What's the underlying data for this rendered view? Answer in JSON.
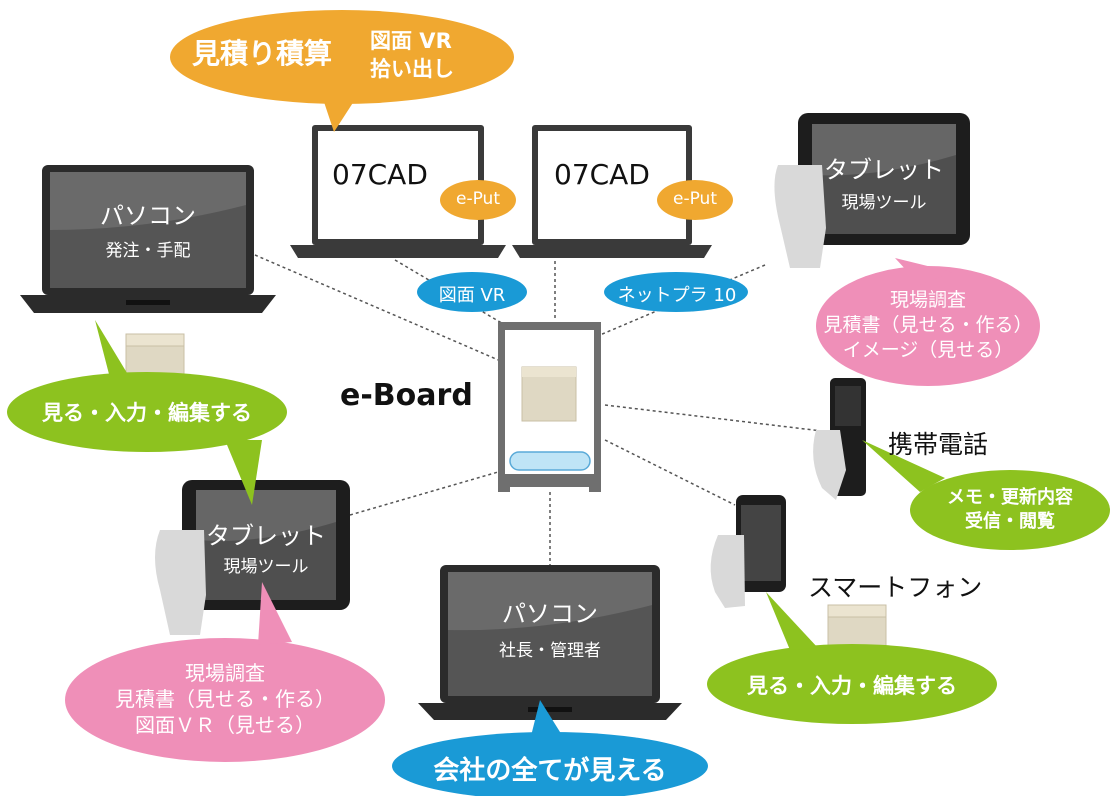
{
  "hub": {
    "label": "e-Board"
  },
  "pc_left": {
    "title": "パソコン",
    "subtitle": "発注・手配"
  },
  "pc_bottom": {
    "title": "パソコン",
    "subtitle": "社長・管理者"
  },
  "cad_left": {
    "screen": "07CAD",
    "badge": "e-Put"
  },
  "cad_right": {
    "screen": "07CAD",
    "badge": "e-Put"
  },
  "tablet_top": {
    "title": "タブレット",
    "subtitle": "現場ツール"
  },
  "tablet_left": {
    "title": "タブレット",
    "subtitle": "現場ツール"
  },
  "mobile": {
    "label": "携帯電話"
  },
  "smartphone": {
    "label": "スマートフォン"
  },
  "bubbles": {
    "estimate": {
      "main": "見積り積算",
      "line1": "図面 VR",
      "line2": "拾い出し"
    },
    "zumen_vr": "図面 VR",
    "netpura": "ネットプラ 10",
    "tablet_top_notes": [
      "現場調査",
      "見積書（見せる・作る）",
      "イメージ（見せる）"
    ],
    "pc_left_action": "見る・入力・編集する",
    "tablet_left_notes": [
      "現場調査",
      "見積書（見せる・作る）",
      "図面ＶＲ（見せる）"
    ],
    "mobile_notes": [
      "メモ・更新内容",
      "受信・閲覧"
    ],
    "smartphone_action": "見る・入力・編集する",
    "pc_bottom_action": "会社の全てが見える"
  },
  "colors": {
    "orange": "#f0a830",
    "blue": "#1a9ad6",
    "pink": "#ef8fb8",
    "green": "#8dc21f"
  }
}
